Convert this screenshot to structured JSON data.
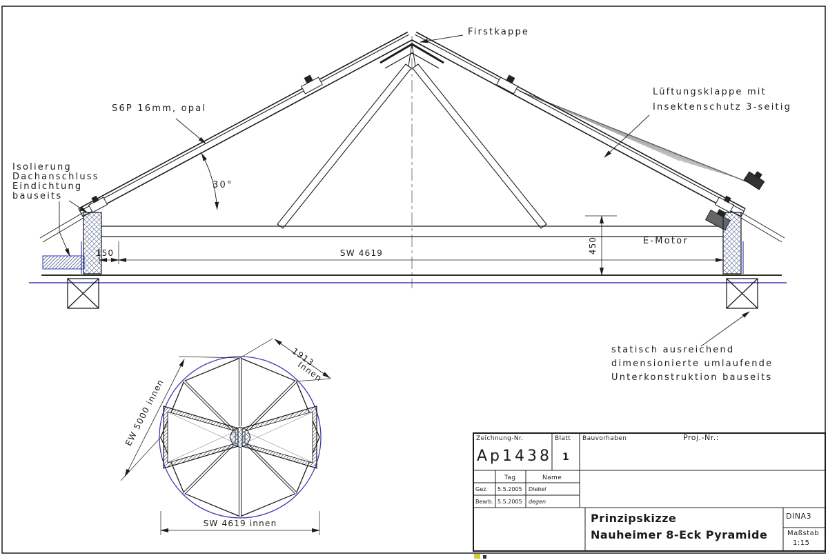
{
  "section": {
    "firstkappe": "Firstkappe",
    "glazing": "S6P 16mm, opal",
    "vent1": "Lüftungsklappe mit",
    "vent2": "Insektenschutz 3-seitig",
    "iso1": "Isolierung",
    "iso2": "Dachanschluss",
    "iso3": "Eindichtung",
    "iso4": "bauseits",
    "angle": "30°",
    "dim150": "150",
    "dimsw": "SW 4619",
    "dim450": "450",
    "motor": "E-Motor",
    "stat1": "statisch ausreichend",
    "stat2": "dimensionierte umlaufende",
    "stat3": "Unterkonstruktion bauseits"
  },
  "plan": {
    "ew": "EW 5000 innen",
    "side": "1913",
    "side2": "Innen",
    "sw": "SW 4619 innen"
  },
  "titleblock": {
    "drawing_no_label": "Zeichnung-Nr.",
    "drawing_no": "Ap1438",
    "sheet_label": "Blatt",
    "sheet": "1",
    "project_label": "Bauvorhaben",
    "proj_nr_label": "Proj.-Nr.:",
    "col_day": "Tag",
    "col_name": "Name",
    "row_drawn_label": "Gez.",
    "row_drawn_date": "5.5.2005",
    "row_drawn_name": "Diebel",
    "row_edited_label": "Bearb.",
    "row_edited_date": "5.5.2005",
    "row_edited_name": "degen",
    "title_line1": "Prinzipskizze",
    "title_line2": "Nauheimer 8-Eck Pyramide",
    "format": "DINA3",
    "scale_label": "Maßstab",
    "scale": "1:15"
  },
  "colors": {
    "line": "#1c1c1c",
    "accent_blue": "#3a3ab8",
    "hatch_blue": "#51618f",
    "fan_gray": "#a8a8a8"
  }
}
